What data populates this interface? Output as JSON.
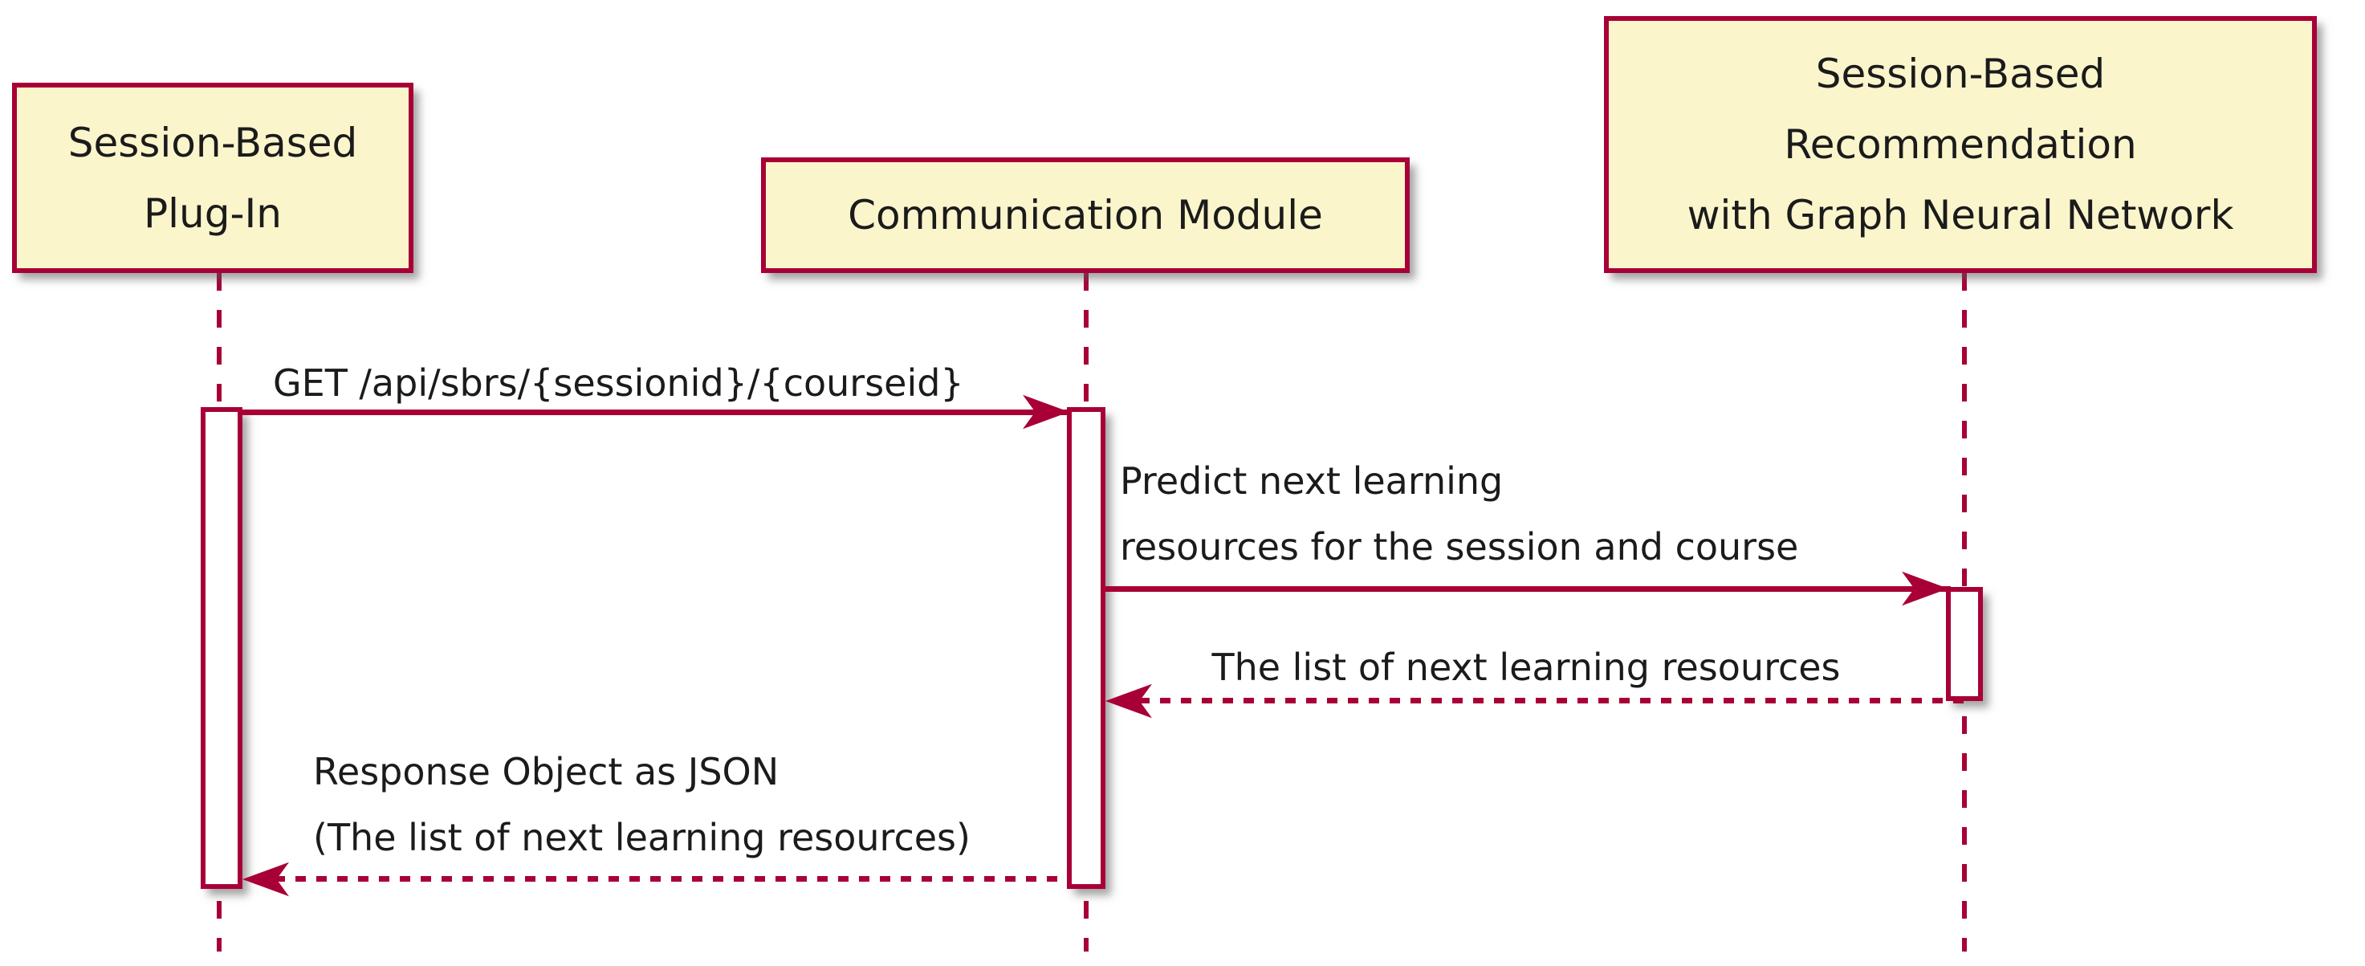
{
  "diagram": {
    "type": "sequence-diagram",
    "colors": {
      "accent": "#A80036",
      "participant_fill": "#FBF5CC",
      "activation_fill": "#FFFFFF",
      "text": "#1b1b1b",
      "background": "#FFFFFF"
    },
    "participants": [
      {
        "id": "session-based-plug-in",
        "label_lines": [
          "Session-Based",
          "Plug-In"
        ]
      },
      {
        "id": "communication-module",
        "label_lines": [
          "Communication Module"
        ]
      },
      {
        "id": "sbr-gnn",
        "label_lines": [
          "Session-Based",
          "Recommendation",
          "with Graph Neural Network"
        ]
      }
    ],
    "messages": [
      {
        "from": "session-based-plug-in",
        "to": "communication-module",
        "style": "solid",
        "label_lines": [
          "GET /api/sbrs/{sessionid}/{courseid}"
        ]
      },
      {
        "from": "communication-module",
        "to": "sbr-gnn",
        "style": "solid",
        "label_lines": [
          "Predict next learning",
          "resources for the session and course"
        ]
      },
      {
        "from": "sbr-gnn",
        "to": "communication-module",
        "style": "dotted",
        "label_lines": [
          "The list of next learning resources"
        ]
      },
      {
        "from": "communication-module",
        "to": "session-based-plug-in",
        "style": "dotted",
        "label_lines": [
          "Response Object as JSON",
          "(The list of next learning resources)"
        ]
      }
    ]
  }
}
